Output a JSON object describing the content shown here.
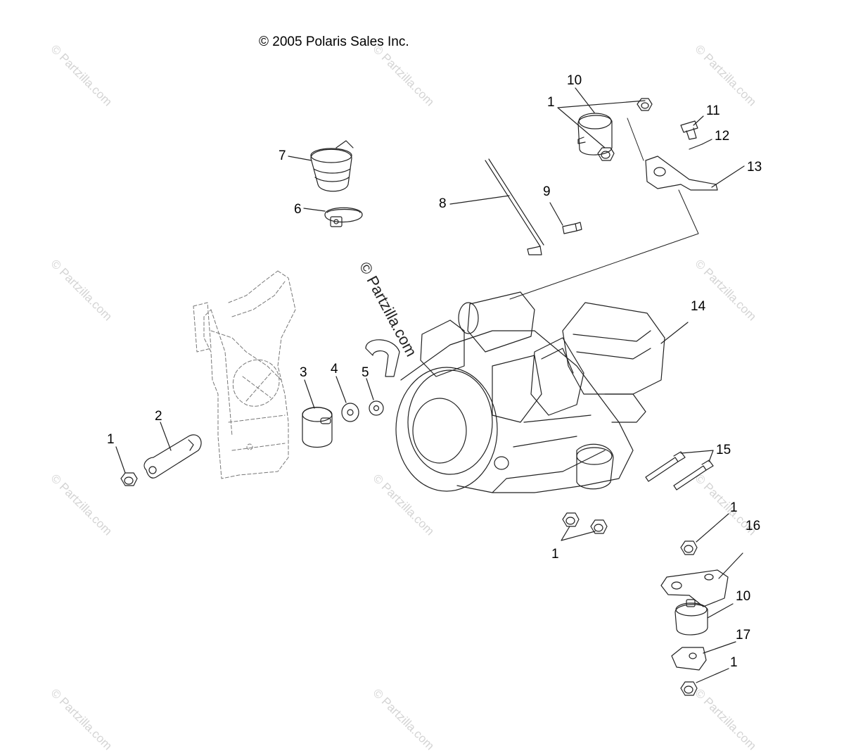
{
  "copyright": "© 2005 Polaris Sales Inc.",
  "watermark": "© Partzilla.com",
  "callouts": {
    "c1a": "1",
    "c1b": "1",
    "c1c": "1",
    "c1d": "1",
    "c1e": "1",
    "c2": "2",
    "c3": "3",
    "c4": "4",
    "c5": "5",
    "c6": "6",
    "c7": "7",
    "c8": "8",
    "c9": "9",
    "c10a": "10",
    "c10b": "10",
    "c11": "11",
    "c12": "12",
    "c13": "13",
    "c14": "14",
    "c15": "15",
    "c16": "16",
    "c17": "17"
  }
}
